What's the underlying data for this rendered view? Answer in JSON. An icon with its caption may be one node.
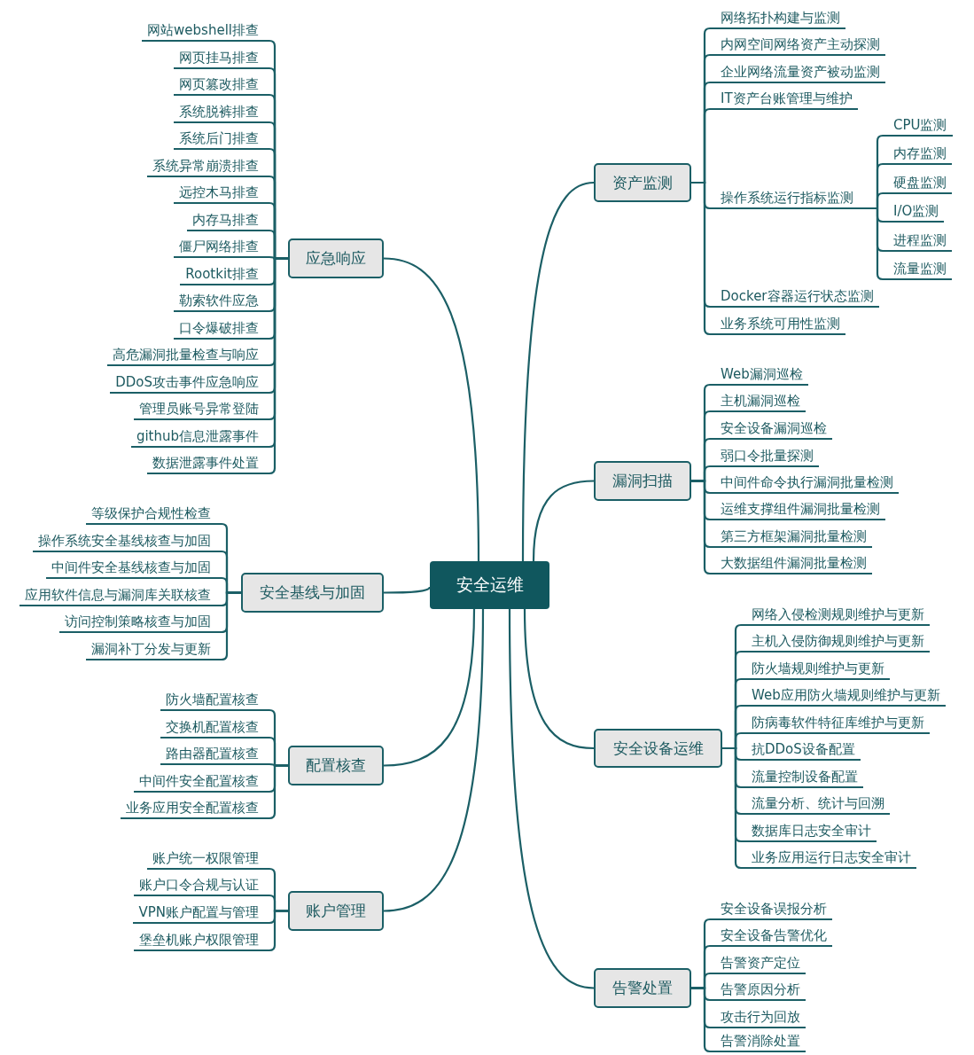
{
  "diagram": {
    "nodes": [
      {
        "text": [
          "安全运维"
        ]
      },
      {
        "text": [
          "资产监测"
        ]
      },
      {
        "text": [
          "网络拓扑构建与监测"
        ]
      },
      {
        "text": [
          "内网空间网络资产主动探测"
        ]
      },
      {
        "text": [
          "企业网络流量资产被动监测"
        ]
      },
      {
        "text": [
          "IT资产台账管理与维护"
        ]
      },
      {
        "text": [
          "操作系统运行指标监测"
        ]
      },
      {
        "text": [
          "CPU监测"
        ]
      },
      {
        "text": [
          "内存监测"
        ]
      },
      {
        "text": [
          "硬盘监测"
        ]
      },
      {
        "text": [
          "I/O监测"
        ]
      },
      {
        "text": [
          "进程监测"
        ]
      },
      {
        "text": [
          "流量监测"
        ]
      },
      {
        "text": [
          "Docker容器运行状态监测"
        ]
      },
      {
        "text": [
          "业务系统可用性监测"
        ]
      },
      {
        "text": [
          "漏洞扫描"
        ]
      },
      {
        "text": [
          "Web漏洞巡检"
        ]
      },
      {
        "text": [
          "主机漏洞巡检"
        ]
      },
      {
        "text": [
          "安全设备漏洞巡检"
        ]
      },
      {
        "text": [
          "弱口令批量探测"
        ]
      },
      {
        "text": [
          "中间件命令执行漏洞批量检测"
        ]
      },
      {
        "text": [
          "运维支撑组件漏洞批量检测"
        ]
      },
      {
        "text": [
          "第三方框架漏洞批量检测"
        ]
      },
      {
        "text": [
          "大数据组件漏洞批量检测"
        ]
      },
      {
        "text": [
          "安全设备运维"
        ]
      },
      {
        "text": [
          "网络入侵检测规则维护与更新"
        ]
      },
      {
        "text": [
          "主机入侵防御规则维护与更新"
        ]
      },
      {
        "text": [
          "防火墙规则维护与更新"
        ]
      },
      {
        "text": [
          "Web应用防火墙规则维护与更新"
        ]
      },
      {
        "text": [
          "防病毒软件特征库维护与更新"
        ]
      },
      {
        "text": [
          "抗DDoS设备配置"
        ]
      },
      {
        "text": [
          "流量控制设备配置"
        ]
      },
      {
        "text": [
          "流量分析、统计与回溯"
        ]
      },
      {
        "text": [
          "数据库日志安全审计"
        ]
      },
      {
        "text": [
          "业务应用运行日志安全审计"
        ]
      },
      {
        "text": [
          "告警处置"
        ]
      },
      {
        "text": [
          "安全设备误报分析"
        ]
      },
      {
        "text": [
          "安全设备告警优化"
        ]
      },
      {
        "text": [
          "告警资产定位"
        ]
      },
      {
        "text": [
          "告警原因分析"
        ]
      },
      {
        "text": [
          "攻击行为回放"
        ]
      },
      {
        "text": [
          "告警消除处置"
        ]
      },
      {
        "text": [
          "应急响应"
        ]
      },
      {
        "text": [
          "网站webshell排查"
        ]
      },
      {
        "text": [
          "网页挂马排查"
        ]
      },
      {
        "text": [
          "网页篡改排查"
        ]
      },
      {
        "text": [
          "系统脱裤排查"
        ]
      },
      {
        "text": [
          "系统后门排查"
        ]
      },
      {
        "text": [
          "系统异常崩溃排查"
        ]
      },
      {
        "text": [
          "远控木马排查"
        ]
      },
      {
        "text": [
          "内存马排查"
        ]
      },
      {
        "text": [
          "僵尸网络排查"
        ]
      },
      {
        "text": [
          "Rootkit排查"
        ]
      },
      {
        "text": [
          "勒索软件应急"
        ]
      },
      {
        "text": [
          "口令爆破排查"
        ]
      },
      {
        "text": [
          "高危漏洞批量检查与响应"
        ]
      },
      {
        "text": [
          "DDoS攻击事件应急响应"
        ]
      },
      {
        "text": [
          "管理员账号异常登陆"
        ]
      },
      {
        "text": [
          "github信息泄露事件"
        ]
      },
      {
        "text": [
          "数据泄露事件处置"
        ]
      },
      {
        "text": [
          "安全基线与加固"
        ]
      },
      {
        "text": [
          "等级保护合规性检查"
        ]
      },
      {
        "text": [
          "操作系统安全基线核查与加固"
        ]
      },
      {
        "text": [
          "中间件安全基线核查与加固"
        ]
      },
      {
        "text": [
          "应用软件信息与漏洞库关联核查"
        ]
      },
      {
        "text": [
          "访问控制策略核查与加固"
        ]
      },
      {
        "text": [
          "漏洞补丁分发与更新"
        ]
      },
      {
        "text": [
          "配置核查"
        ]
      },
      {
        "text": [
          "防火墙配置核查"
        ]
      },
      {
        "text": [
          "交换机配置核查"
        ]
      },
      {
        "text": [
          "路由器配置核查"
        ]
      },
      {
        "text": [
          "中间件安全配置核查"
        ]
      },
      {
        "text": [
          "业务应用安全配置核查"
        ]
      },
      {
        "text": [
          "账户管理"
        ]
      },
      {
        "text": [
          "账户统一权限管理"
        ]
      },
      {
        "text": [
          "账户口令合规与认证"
        ]
      },
      {
        "text": [
          "VPN账户配置与管理"
        ]
      },
      {
        "text": [
          "堡垒机账户权限管理"
        ]
      }
    ],
    "edges": [
      {
        "from": 0,
        "to": 1,
        "arrow": "none"
      },
      {
        "from": 1,
        "to": 2,
        "arrow": "none"
      },
      {
        "from": 1,
        "to": 3,
        "arrow": "none"
      },
      {
        "from": 1,
        "to": 4,
        "arrow": "none"
      },
      {
        "from": 1,
        "to": 5,
        "arrow": "none"
      },
      {
        "from": 1,
        "to": 6,
        "arrow": "none"
      },
      {
        "from": 6,
        "to": 7,
        "arrow": "none"
      },
      {
        "from": 6,
        "to": 8,
        "arrow": "none"
      },
      {
        "from": 6,
        "to": 9,
        "arrow": "none"
      },
      {
        "from": 6,
        "to": 10,
        "arrow": "none"
      },
      {
        "from": 6,
        "to": 11,
        "arrow": "none"
      },
      {
        "from": 6,
        "to": 12,
        "arrow": "none"
      },
      {
        "from": 1,
        "to": 13,
        "arrow": "none"
      },
      {
        "from": 1,
        "to": 14,
        "arrow": "none"
      },
      {
        "from": 0,
        "to": 15,
        "arrow": "none"
      },
      {
        "from": 15,
        "to": 16,
        "arrow": "none"
      },
      {
        "from": 15,
        "to": 17,
        "arrow": "none"
      },
      {
        "from": 15,
        "to": 18,
        "arrow": "none"
      },
      {
        "from": 15,
        "to": 19,
        "arrow": "none"
      },
      {
        "from": 15,
        "to": 20,
        "arrow": "none"
      },
      {
        "from": 15,
        "to": 21,
        "arrow": "none"
      },
      {
        "from": 15,
        "to": 22,
        "arrow": "none"
      },
      {
        "from": 15,
        "to": 23,
        "arrow": "none"
      },
      {
        "from": 0,
        "to": 24,
        "arrow": "none"
      },
      {
        "from": 24,
        "to": 25,
        "arrow": "none"
      },
      {
        "from": 24,
        "to": 26,
        "arrow": "none"
      },
      {
        "from": 24,
        "to": 27,
        "arrow": "none"
      },
      {
        "from": 24,
        "to": 28,
        "arrow": "none"
      },
      {
        "from": 24,
        "to": 29,
        "arrow": "none"
      },
      {
        "from": 24,
        "to": 30,
        "arrow": "none"
      },
      {
        "from": 24,
        "to": 31,
        "arrow": "none"
      },
      {
        "from": 24,
        "to": 32,
        "arrow": "none"
      },
      {
        "from": 24,
        "to": 33,
        "arrow": "none"
      },
      {
        "from": 24,
        "to": 34,
        "arrow": "none"
      },
      {
        "from": 0,
        "to": 35,
        "arrow": "none"
      },
      {
        "from": 35,
        "to": 36,
        "arrow": "none"
      },
      {
        "from": 35,
        "to": 37,
        "arrow": "none"
      },
      {
        "from": 35,
        "to": 38,
        "arrow": "none"
      },
      {
        "from": 35,
        "to": 39,
        "arrow": "none"
      },
      {
        "from": 35,
        "to": 40,
        "arrow": "none"
      },
      {
        "from": 35,
        "to": 41,
        "arrow": "none"
      },
      {
        "from": 0,
        "to": 42,
        "arrow": "none"
      },
      {
        "from": 42,
        "to": 43,
        "arrow": "none"
      },
      {
        "from": 42,
        "to": 44,
        "arrow": "none"
      },
      {
        "from": 42,
        "to": 45,
        "arrow": "none"
      },
      {
        "from": 42,
        "to": 46,
        "arrow": "none"
      },
      {
        "from": 42,
        "to": 47,
        "arrow": "none"
      },
      {
        "from": 42,
        "to": 48,
        "arrow": "none"
      },
      {
        "from": 42,
        "to": 49,
        "arrow": "none"
      },
      {
        "from": 42,
        "to": 50,
        "arrow": "none"
      },
      {
        "from": 42,
        "to": 51,
        "arrow": "none"
      },
      {
        "from": 42,
        "to": 52,
        "arrow": "none"
      },
      {
        "from": 42,
        "to": 53,
        "arrow": "none"
      },
      {
        "from": 42,
        "to": 54,
        "arrow": "none"
      },
      {
        "from": 42,
        "to": 55,
        "arrow": "none"
      },
      {
        "from": 42,
        "to": 56,
        "arrow": "none"
      },
      {
        "from": 42,
        "to": 57,
        "arrow": "none"
      },
      {
        "from": 42,
        "to": 58,
        "arrow": "none"
      },
      {
        "from": 42,
        "to": 59,
        "arrow": "none"
      },
      {
        "from": 0,
        "to": 60,
        "arrow": "none"
      },
      {
        "from": 60,
        "to": 61,
        "arrow": "none"
      },
      {
        "from": 60,
        "to": 62,
        "arrow": "none"
      },
      {
        "from": 60,
        "to": 63,
        "arrow": "none"
      },
      {
        "from": 60,
        "to": 64,
        "arrow": "none"
      },
      {
        "from": 60,
        "to": 65,
        "arrow": "none"
      },
      {
        "from": 60,
        "to": 66,
        "arrow": "none"
      },
      {
        "from": 0,
        "to": 67,
        "arrow": "none"
      },
      {
        "from": 67,
        "to": 68,
        "arrow": "none"
      },
      {
        "from": 67,
        "to": 69,
        "arrow": "none"
      },
      {
        "from": 67,
        "to": 70,
        "arrow": "none"
      },
      {
        "from": 67,
        "to": 71,
        "arrow": "none"
      },
      {
        "from": 67,
        "to": 72,
        "arrow": "none"
      },
      {
        "from": 0,
        "to": 73,
        "arrow": "none"
      },
      {
        "from": 73,
        "to": 74,
        "arrow": "none"
      },
      {
        "from": 73,
        "to": 75,
        "arrow": "none"
      },
      {
        "from": 73,
        "to": 76,
        "arrow": "none"
      },
      {
        "from": 73,
        "to": 77,
        "arrow": "none"
      }
    ]
  }
}
